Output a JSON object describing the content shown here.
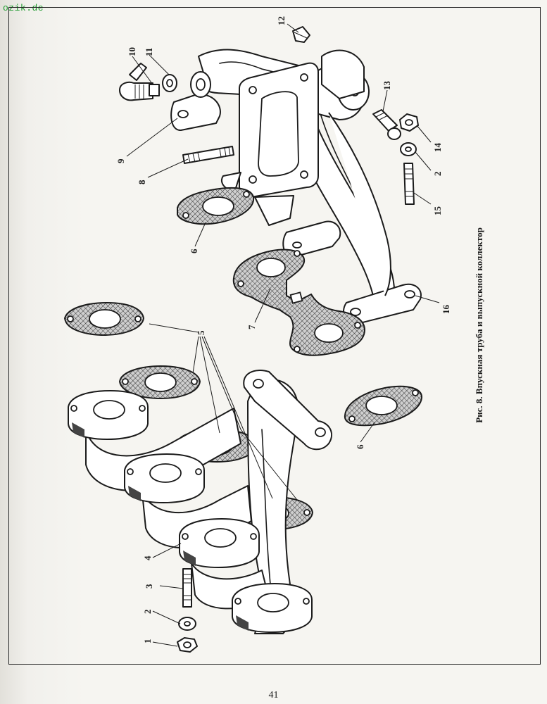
{
  "watermark": "ozik.de",
  "caption": "Рис. 8. Впускная труба и выпускной коллектор",
  "page_number": "41",
  "callouts": [
    "1",
    "2",
    "3",
    "4",
    "5",
    "6",
    "6",
    "7",
    "8",
    "9",
    "10",
    "11",
    "12",
    "13",
    "14",
    "2",
    "15",
    "16"
  ]
}
